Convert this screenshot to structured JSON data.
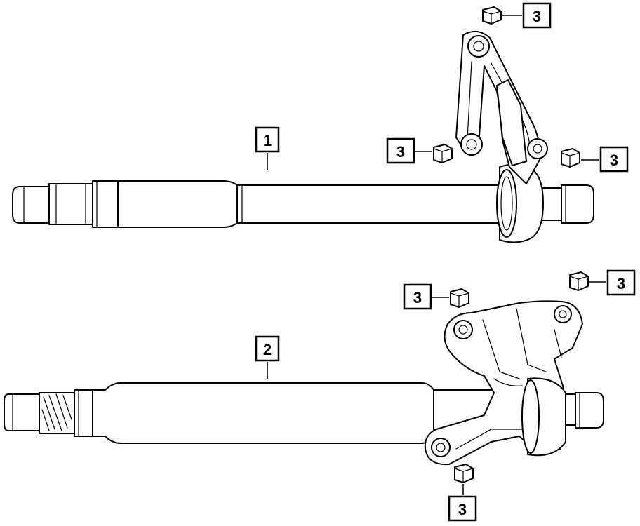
{
  "callouts": {
    "shaft_top": "1",
    "shaft_bottom": "2",
    "bolt": "3"
  },
  "icons": {
    "shaft": "intermediate-shaft-icon",
    "bracket": "bearing-support-bracket-icon",
    "bolt": "hex-flange-bolt-icon"
  }
}
